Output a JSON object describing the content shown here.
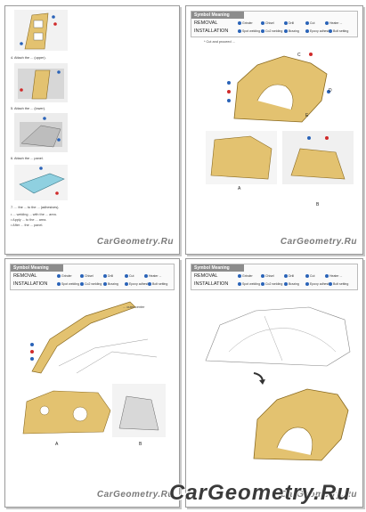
{
  "symbol": {
    "title": "Symbol Meaning",
    "removal_label": "REMOVAL",
    "installation_label": "INSTALLATION",
    "removal_items": [
      "Grinder",
      "Chisel",
      "Drill",
      "Cut",
      "Heater ..."
    ],
    "installation_items": [
      "Spot welding",
      "Co2 welding",
      "Brazing",
      "Epoxy adhesive",
      "Bolt setting"
    ]
  },
  "page1": {
    "steps": [
      "4. Attach the ... (upper).",
      "5. Attach the ... (lower).",
      "6. Attach the ... panel.",
      "7. ... the ... to the ... (adhesives)."
    ],
    "notes": [
      "•  ... welding ... with the ... area.",
      "•  Apply ... to the ... area.",
      "•  After ... the ... panel."
    ],
    "watermark": "CarGeometry.Ru"
  },
  "page2": {
    "note": "* Cut and proceed ...",
    "labels": [
      "A",
      "B",
      "C",
      "D",
      "E"
    ],
    "watermark": "CarGeometry.Ru"
  },
  "page3": {
    "note": "... outer center",
    "labels": [
      "A",
      "B"
    ],
    "watermark": "CarGeometry.Ru"
  },
  "page4": {
    "watermark": "CarGeometry.Ru"
  },
  "colors": {
    "panel": "#e3c270",
    "panel_stroke": "#8a6a20",
    "marker_blue": "#2a63b8",
    "marker_red": "#d02a2a"
  }
}
